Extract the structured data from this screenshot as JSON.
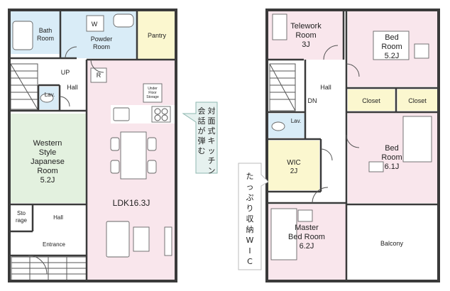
{
  "colors": {
    "blue": "#d9ecf7",
    "yellow": "#fbf7cf",
    "pink": "#f9e6ec",
    "green": "#e3f1df",
    "white": "#ffffff",
    "wall": "#3a3a3a",
    "callout": "#e6f1ef"
  },
  "floor1": {
    "bath": [
      "Bath",
      "Room"
    ],
    "powder": [
      "Powder",
      "Room"
    ],
    "washer": "W",
    "pantry": "Pantry",
    "up": "UP",
    "hall_top": "Hall",
    "lav": "Lav.",
    "refrigerator": "R",
    "under_floor": [
      "Under",
      "Floor",
      "Storage"
    ],
    "western": [
      "Western",
      "Style",
      "Japanese",
      "Room",
      "5.2J"
    ],
    "storage": [
      "Sto",
      "rage"
    ],
    "hall_bottom": "Hall",
    "entrance": "Entrance",
    "ldk": "LDK16.3J"
  },
  "floor2": {
    "telework": [
      "Telework",
      "Room",
      "3J"
    ],
    "bed1": [
      "Bed",
      "Room",
      "5.2J"
    ],
    "hall": "Hall",
    "dn": "DN",
    "closet_left": "Closet",
    "closet_right": "Closet",
    "lav": "Lav.",
    "wic": [
      "WIC",
      "2J"
    ],
    "bed2": [
      "Bed",
      "Room",
      "6.1J"
    ],
    "master": [
      "Master",
      "Bed Room",
      "6.2J"
    ],
    "balcony": "Balcony"
  },
  "callouts": {
    "kitchen": [
      "対",
      "面",
      "式",
      "キ",
      "ッ",
      "チ",
      "ン",
      "会",
      "話",
      "が",
      "弾",
      "む"
    ],
    "wic": [
      "た",
      "っ",
      "ぷ",
      "り",
      "収",
      "納",
      "W",
      "I",
      "C"
    ]
  }
}
